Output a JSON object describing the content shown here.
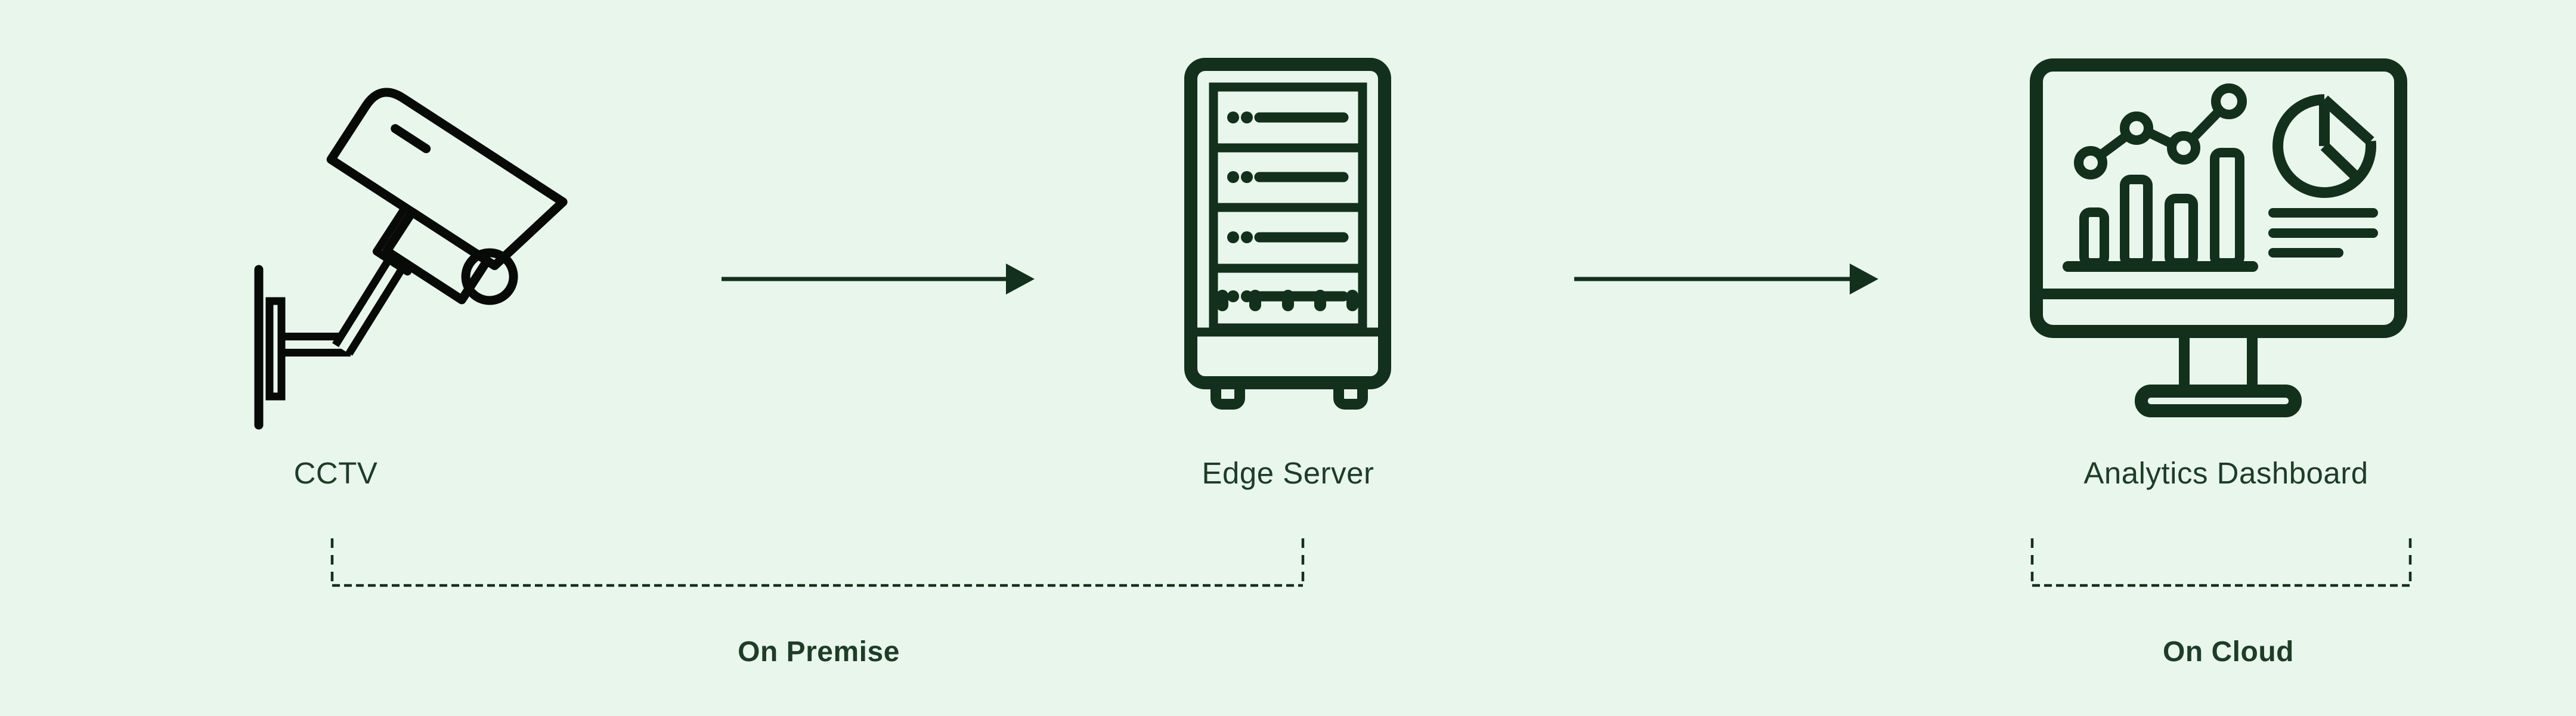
{
  "background": "#e9f6ec",
  "colors": {
    "icon_green": "#12301b",
    "cctv_ink": "#070a07",
    "text_green": "#1e3c27"
  },
  "nodes": [
    {
      "id": "cctv",
      "label": "CCTV",
      "icon": "cctv-camera-icon"
    },
    {
      "id": "edge-server",
      "label": "Edge Server",
      "icon": "server-rack-icon"
    },
    {
      "id": "analytics-dashboard",
      "label": "Analytics Dashboard",
      "icon": "dashboard-monitor-icon"
    }
  ],
  "connections": [
    {
      "from": "cctv",
      "to": "edge-server",
      "style": "arrow-right"
    },
    {
      "from": "edge-server",
      "to": "analytics-dashboard",
      "style": "arrow-right"
    }
  ],
  "zones": [
    {
      "label": "On Premise",
      "covers": [
        "cctv",
        "edge-server"
      ],
      "style": "dashed-bracket"
    },
    {
      "label": "On Cloud",
      "covers": [
        "analytics-dashboard"
      ],
      "style": "dashed-bracket"
    }
  ]
}
